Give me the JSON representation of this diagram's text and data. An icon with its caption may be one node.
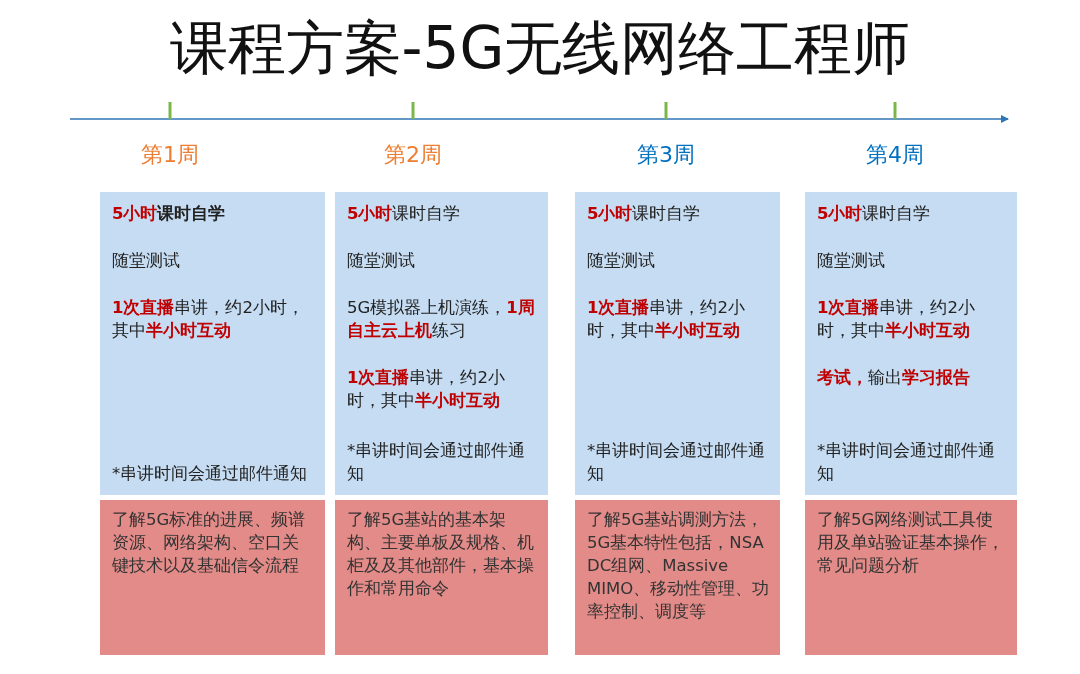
{
  "diagram": {
    "title": "课程方案-5G无线网络工程师",
    "nodes": [
      {
        "text": [
          "第1周",
          "**5小时**课时自学",
          "随堂测试",
          "**1次直播**串讲，约2小时，其中**半小时互动**",
          "*串讲时间会通过邮件通知"
        ]
      },
      {
        "text": [
          "了解5G标准的进展、频谱资源、网络架构、空口关键技术以及基础信令流程"
        ]
      },
      {
        "text": [
          "第2周",
          "**5小时**课时自学",
          "随堂测试",
          "5G模拟器上机演练，**1周自主云上机**练习",
          "**1次直播**串讲，约2小时，其中**半小时互动**",
          "*串讲时间会通过邮件通知"
        ]
      },
      {
        "text": [
          "了解5G基站的基本架构、主要单板及规格、机柜及及其他部件，基本操作和常用命令"
        ]
      },
      {
        "text": [
          "第3周",
          "**5小时**课时自学",
          "随堂测试",
          "**1次直播**串讲，约2小时，其中**半小时互动**",
          "*串讲时间会通过邮件通知"
        ]
      },
      {
        "text": [
          "了解5G基站调测方法，5G基本特性包括，NSA DC组网、Massive MIMO、移动性管理、功率控制、调度等"
        ]
      },
      {
        "text": [
          "第4周",
          "**5小时**课时自学",
          "随堂测试",
          "**1次直播**串讲，约2小时，其中**半小时互动**",
          "**考试，**输出**学习报告**",
          "*串讲时间会通过邮件通知"
        ]
      },
      {
        "text": [
          "了解5G网络测试工具使用及单站验证基本操作，常见问题分析"
        ]
      }
    ]
  }
}
